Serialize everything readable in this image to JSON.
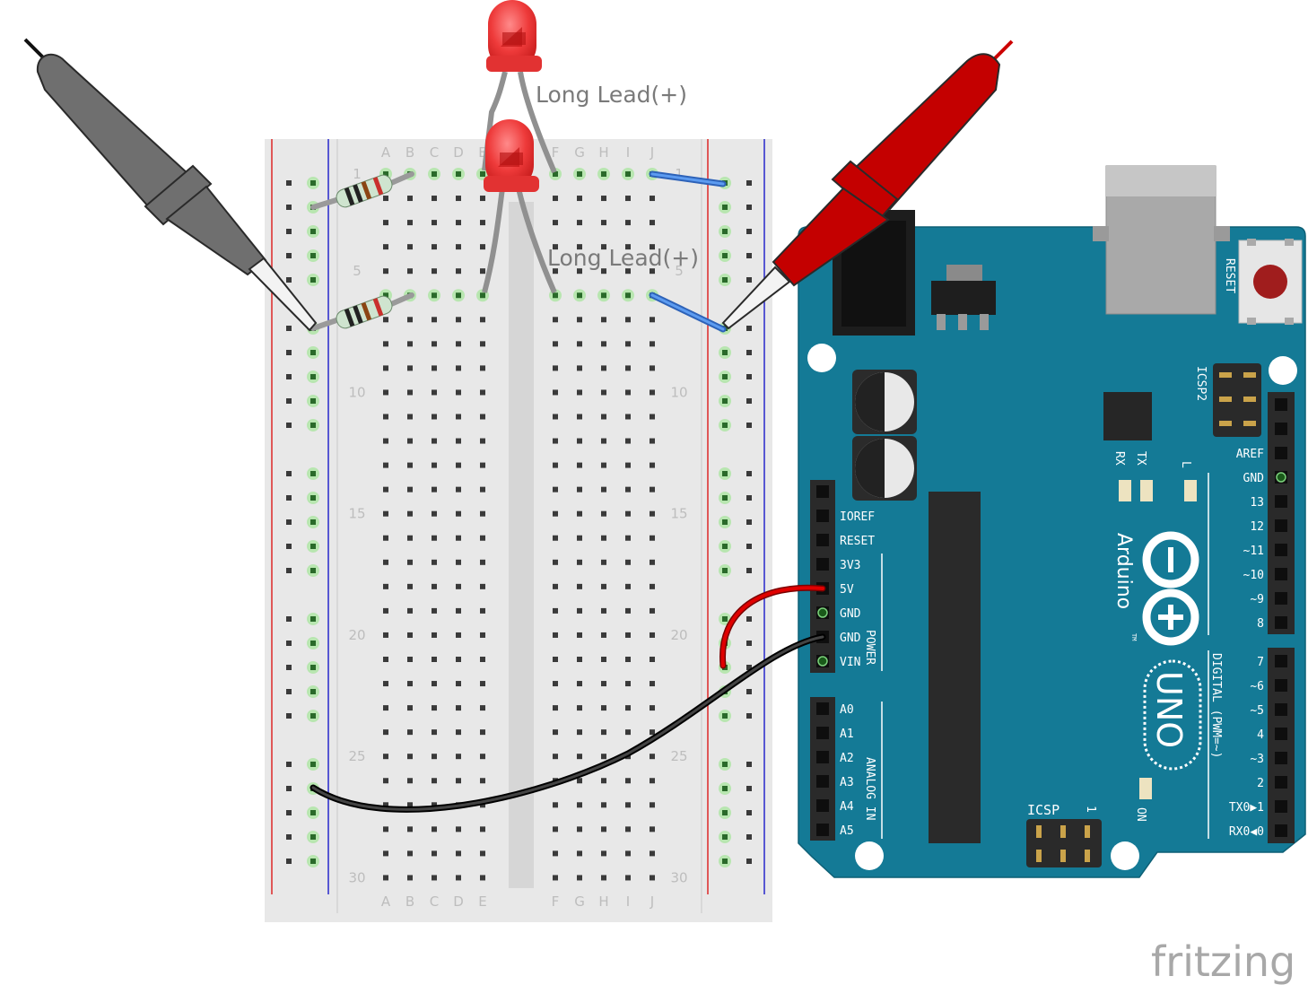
{
  "breadboard": {
    "columns_left": [
      "A",
      "B",
      "C",
      "D",
      "E"
    ],
    "columns_right": [
      "F",
      "G",
      "H",
      "I",
      "J"
    ],
    "row_numbers": [
      "1",
      "5",
      "10",
      "15",
      "20",
      "25",
      "30"
    ]
  },
  "annotations": {
    "led_top_label": "Long Lead(+)",
    "led_bottom_label": "Long Lead(+)"
  },
  "arduino": {
    "reset_label": "RESET",
    "icsp2_label": "ICSP2",
    "icsp_label": "ICSP",
    "icsp_pin1": "1",
    "brand": "Arduino",
    "tm": "TM",
    "model": "UNO",
    "rx_label": "RX",
    "tx_label": "TX",
    "l_label": "L",
    "on_label": "ON",
    "power_header_title": "POWER",
    "analog_header_title": "ANALOG IN",
    "digital_header_title": "DIGITAL (PWM=~)",
    "power_pins": [
      "IOREF",
      "RESET",
      "3V3",
      "5V",
      "GND",
      "GND",
      "VIN"
    ],
    "analog_pins": [
      "A0",
      "A1",
      "A2",
      "A3",
      "A4",
      "A5"
    ],
    "digital_pins_top": [
      "AREF",
      "GND",
      "13",
      "12",
      "~11",
      "~10",
      "~9",
      "8"
    ],
    "digital_pins_bottom": [
      "7",
      "~6",
      "~5",
      "4",
      "~3",
      "2",
      "TX0▶1",
      "RX0◀0"
    ]
  },
  "colors": {
    "board_blue": "#147a96",
    "probe_black": "#6e6e6e",
    "probe_red": "#c40000",
    "wire_red": "#d40000",
    "wire_black": "#2a2a2a",
    "wire_blue": "#3f7fd6",
    "led_red": "#e53935"
  },
  "footer": {
    "fritzing": "fritzing"
  }
}
